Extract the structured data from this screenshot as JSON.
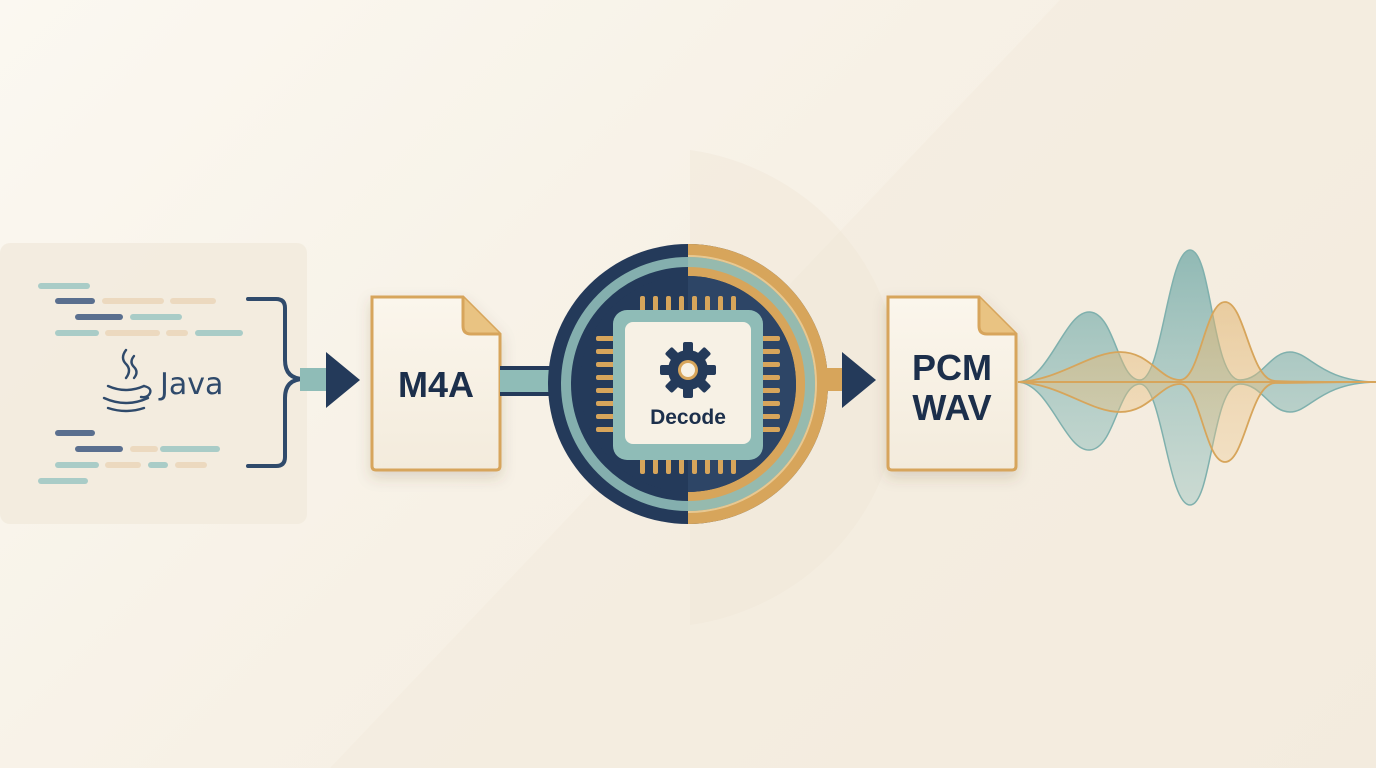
{
  "source": {
    "language_label": "Java",
    "icon": "java-coffee-cup-icon"
  },
  "input_file": {
    "label": "M4A",
    "icon": "document-icon"
  },
  "processor": {
    "label": "Decode",
    "icon": "gear-icon",
    "chip": "chip-icon"
  },
  "output_file": {
    "label_line1": "PCM",
    "label_line2": "WAV",
    "icon": "document-icon"
  },
  "waveform": {
    "icon": "audio-waveform-icon"
  },
  "colors": {
    "navy": "#243a5a",
    "teal": "#8fbcb7",
    "gold": "#d7a55b",
    "cream": "#f6f0e4",
    "text": "#1c2f4b"
  }
}
